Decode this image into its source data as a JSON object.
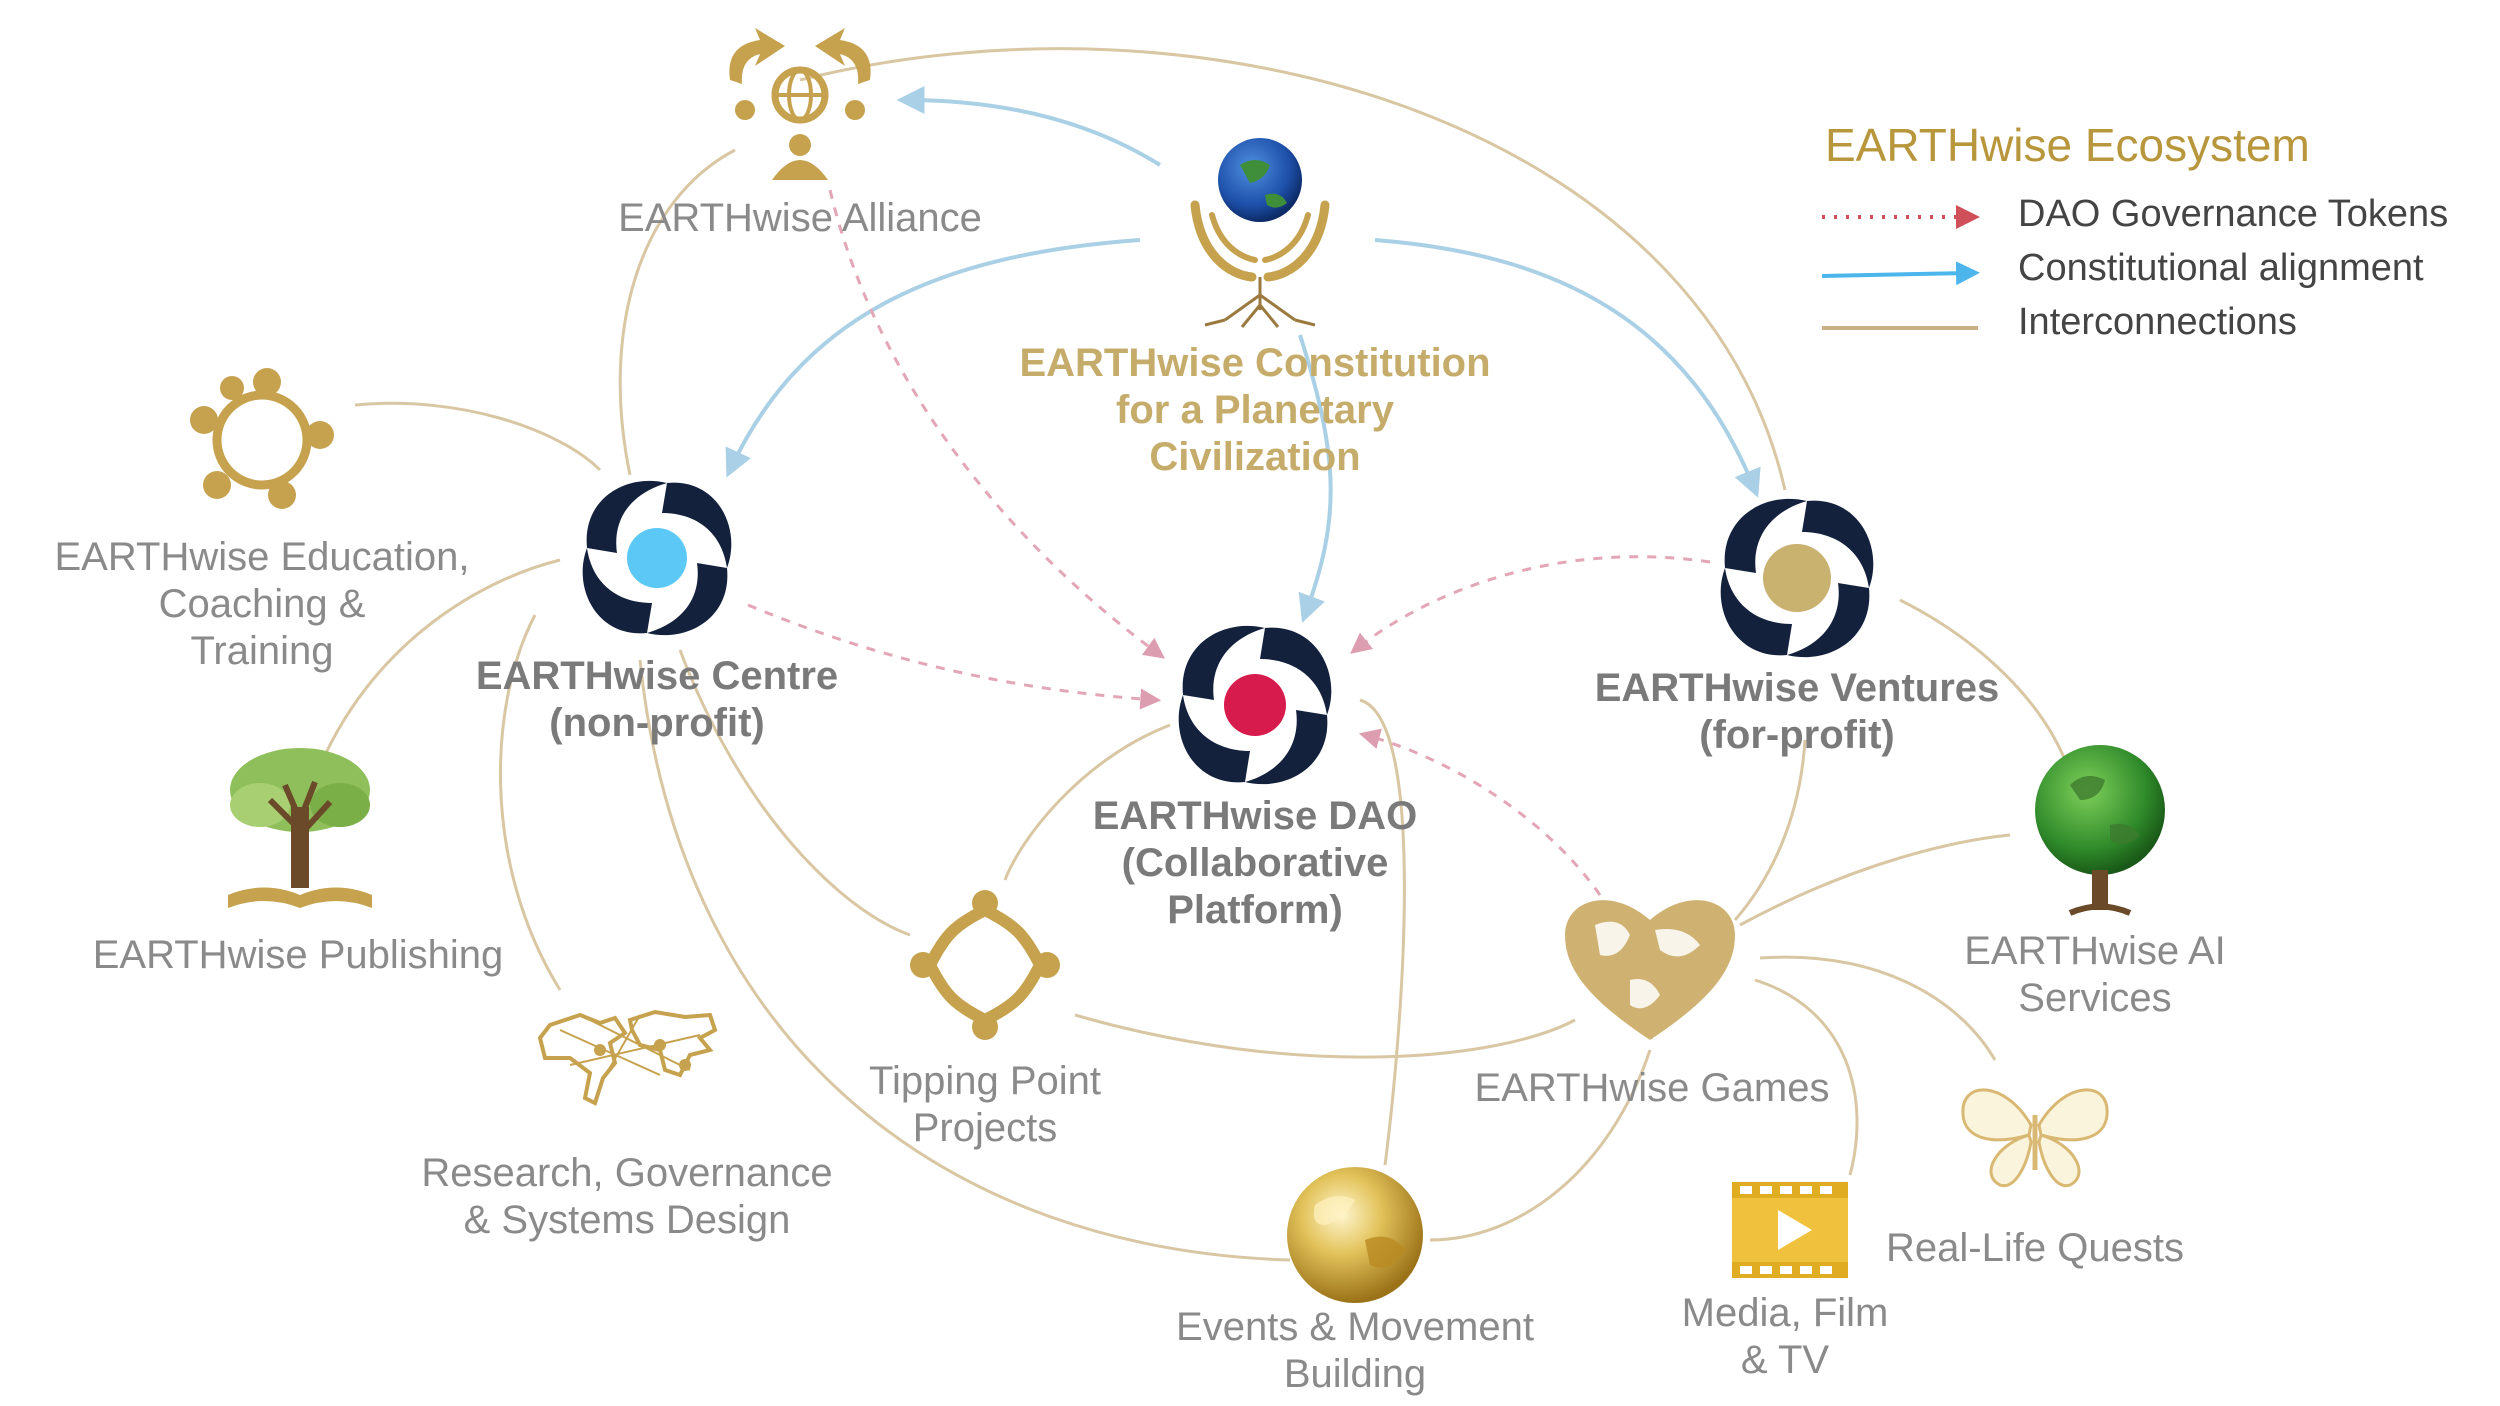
{
  "legend": {
    "title": "EARTHwise Ecosystem",
    "items": [
      {
        "label": "DAO Governance Tokens",
        "style": "dotted-red-arrow",
        "color": "#d0505a"
      },
      {
        "label": "Constitutional alignment",
        "style": "blue-arrow",
        "color": "#4cb6ec"
      },
      {
        "label": "Interconnections",
        "style": "tan-line",
        "color": "#c9b083"
      }
    ]
  },
  "nodes": {
    "constitution": {
      "lines": [
        "EARTHwise Constitution",
        "for a Planetary",
        "Civilization"
      ]
    },
    "alliance": {
      "lines": [
        "EARTHwise Alliance"
      ]
    },
    "centre": {
      "lines": [
        "EARTHwise Centre",
        "(non-profit)"
      ],
      "color": "#5bc8f5"
    },
    "dao": {
      "lines": [
        "EARTHwise DAO",
        "(Collaborative",
        "Platform)"
      ],
      "color": "#d81b4d"
    },
    "ventures": {
      "lines": [
        "EARTHwise Ventures",
        "(for-profit)"
      ],
      "color": "#c9b16f"
    },
    "education": {
      "lines": [
        "EARTHwise Education,",
        "Coaching &",
        "Training"
      ]
    },
    "publishing": {
      "lines": [
        "EARTHwise Publishing"
      ]
    },
    "research": {
      "lines": [
        "Research, Governance",
        "& Systems Design"
      ]
    },
    "tipping": {
      "lines": [
        "Tipping Point",
        "Projects"
      ]
    },
    "events": {
      "lines": [
        "Events & Movement",
        "Building"
      ]
    },
    "games": {
      "lines": [
        "EARTHwise Games"
      ]
    },
    "ai": {
      "lines": [
        "EARTHwise AI",
        "Services"
      ]
    },
    "media": {
      "lines": [
        "Media, Film",
        "& TV"
      ]
    },
    "quests": {
      "lines": [
        "Real-Life Quests"
      ]
    }
  },
  "icons": {
    "constitution": "globe-in-hands-icon",
    "alliance": "people-around-globe-icon",
    "centre": "flower-swirl-icon",
    "dao": "flower-swirl-icon",
    "ventures": "flower-swirl-icon",
    "education": "people-circle-icon",
    "publishing": "tree-book-icon",
    "research": "world-map-icon",
    "tipping": "people-diamond-icon",
    "events": "gold-globe-icon",
    "games": "heart-world-icon",
    "ai": "green-tree-globe-icon",
    "media": "film-play-icon",
    "quests": "butterfly-icon"
  },
  "colors": {
    "gold": "#c6ac6b",
    "tan_line": "#d6bf98",
    "blue_arrow": "#a9d0e6",
    "pink_arrow": "#e0a0b2",
    "navy": "#14213d"
  }
}
